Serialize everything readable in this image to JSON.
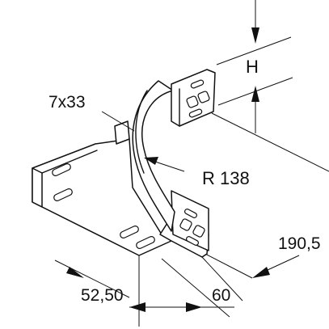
{
  "labels": {
    "height": "H",
    "slot_size": "7x33",
    "radius": "R 138",
    "width_right": "190,5",
    "width_bottom": "60",
    "offset_bottom": "52,50"
  }
}
